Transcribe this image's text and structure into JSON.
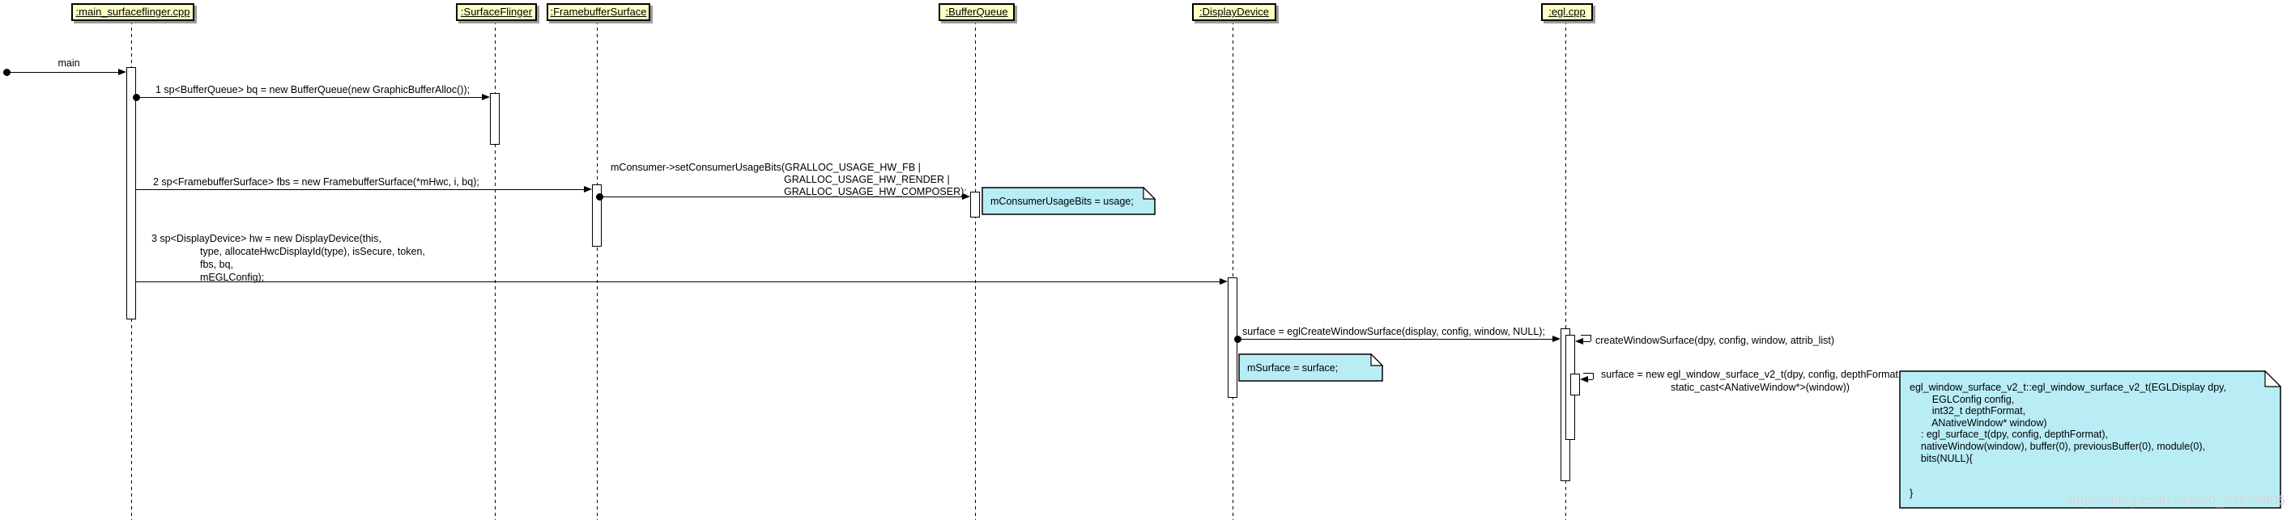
{
  "diagram": {
    "colors": {
      "actor_fill": "#ffffc6",
      "note_fill": "#b8edf6",
      "shadow": "#9c9c9c",
      "watermark": "#d6d6d6",
      "line": "#000000"
    },
    "watermark": "https://blog.csdn.net/m0_37579906",
    "actors": [
      {
        "id": "main-surfaceflinger",
        "label": ":main_surfaceflinger.cpp"
      },
      {
        "id": "surfaceflinger",
        "label": ":SurfaceFlinger"
      },
      {
        "id": "framebuffersurface",
        "label": ":FramebufferSurface"
      },
      {
        "id": "bufferqueue",
        "label": ":BufferQueue"
      },
      {
        "id": "displaydevice",
        "label": ":DisplayDevice"
      },
      {
        "id": "egl-cpp",
        "label": ":egl.cpp"
      }
    ],
    "messages": {
      "found_main": {
        "label": "main"
      },
      "msg1": {
        "label": "1 sp<BufferQueue> bq = new BufferQueue(new GraphicBufferAlloc());"
      },
      "msg2": {
        "label": "2 sp<FramebufferSurface> fbs = new FramebufferSurface(*mHwc, i, bq);"
      },
      "consumer_usage": {
        "line1": "mConsumer->setConsumerUsageBits(GRALLOC_USAGE_HW_FB |",
        "line2": "GRALLOC_USAGE_HW_RENDER |",
        "line3": "GRALLOC_USAGE_HW_COMPOSER);"
      },
      "msg3": {
        "line1": "3 sp<DisplayDevice> hw = new DisplayDevice(this,",
        "line2": "type, allocateHwcDisplayId(type), isSecure, token,",
        "line3": "fbs, bq,",
        "line4": "mEGLConfig);"
      },
      "egl_create_window_surface": {
        "label": "surface = eglCreateWindowSurface(display, config, window, NULL);"
      },
      "create_window_surface": {
        "label": "createWindowSurface(dpy, config, window, attrib_list)"
      },
      "new_egl_window_surface": {
        "line1": "surface = new egl_window_surface_v2_t(dpy, config, depthFormat,",
        "line2": "static_cast<ANativeWindow*>(window))"
      }
    },
    "notes": {
      "consumer_usage_bits": {
        "text": "mConsumerUsageBits = usage;"
      },
      "msurface": {
        "text": "mSurface = surface;"
      },
      "egl_ctor": {
        "text": "egl_window_surface_v2_t::egl_window_surface_v2_t(EGLDisplay dpy,\n        EGLConfig config,\n        int32_t depthFormat,\n        ANativeWindow* window)\n    : egl_surface_t(dpy, config, depthFormat),\n    nativeWindow(window), buffer(0), previousBuffer(0), module(0),\n    bits(NULL){\n\n\n}"
      }
    }
  }
}
